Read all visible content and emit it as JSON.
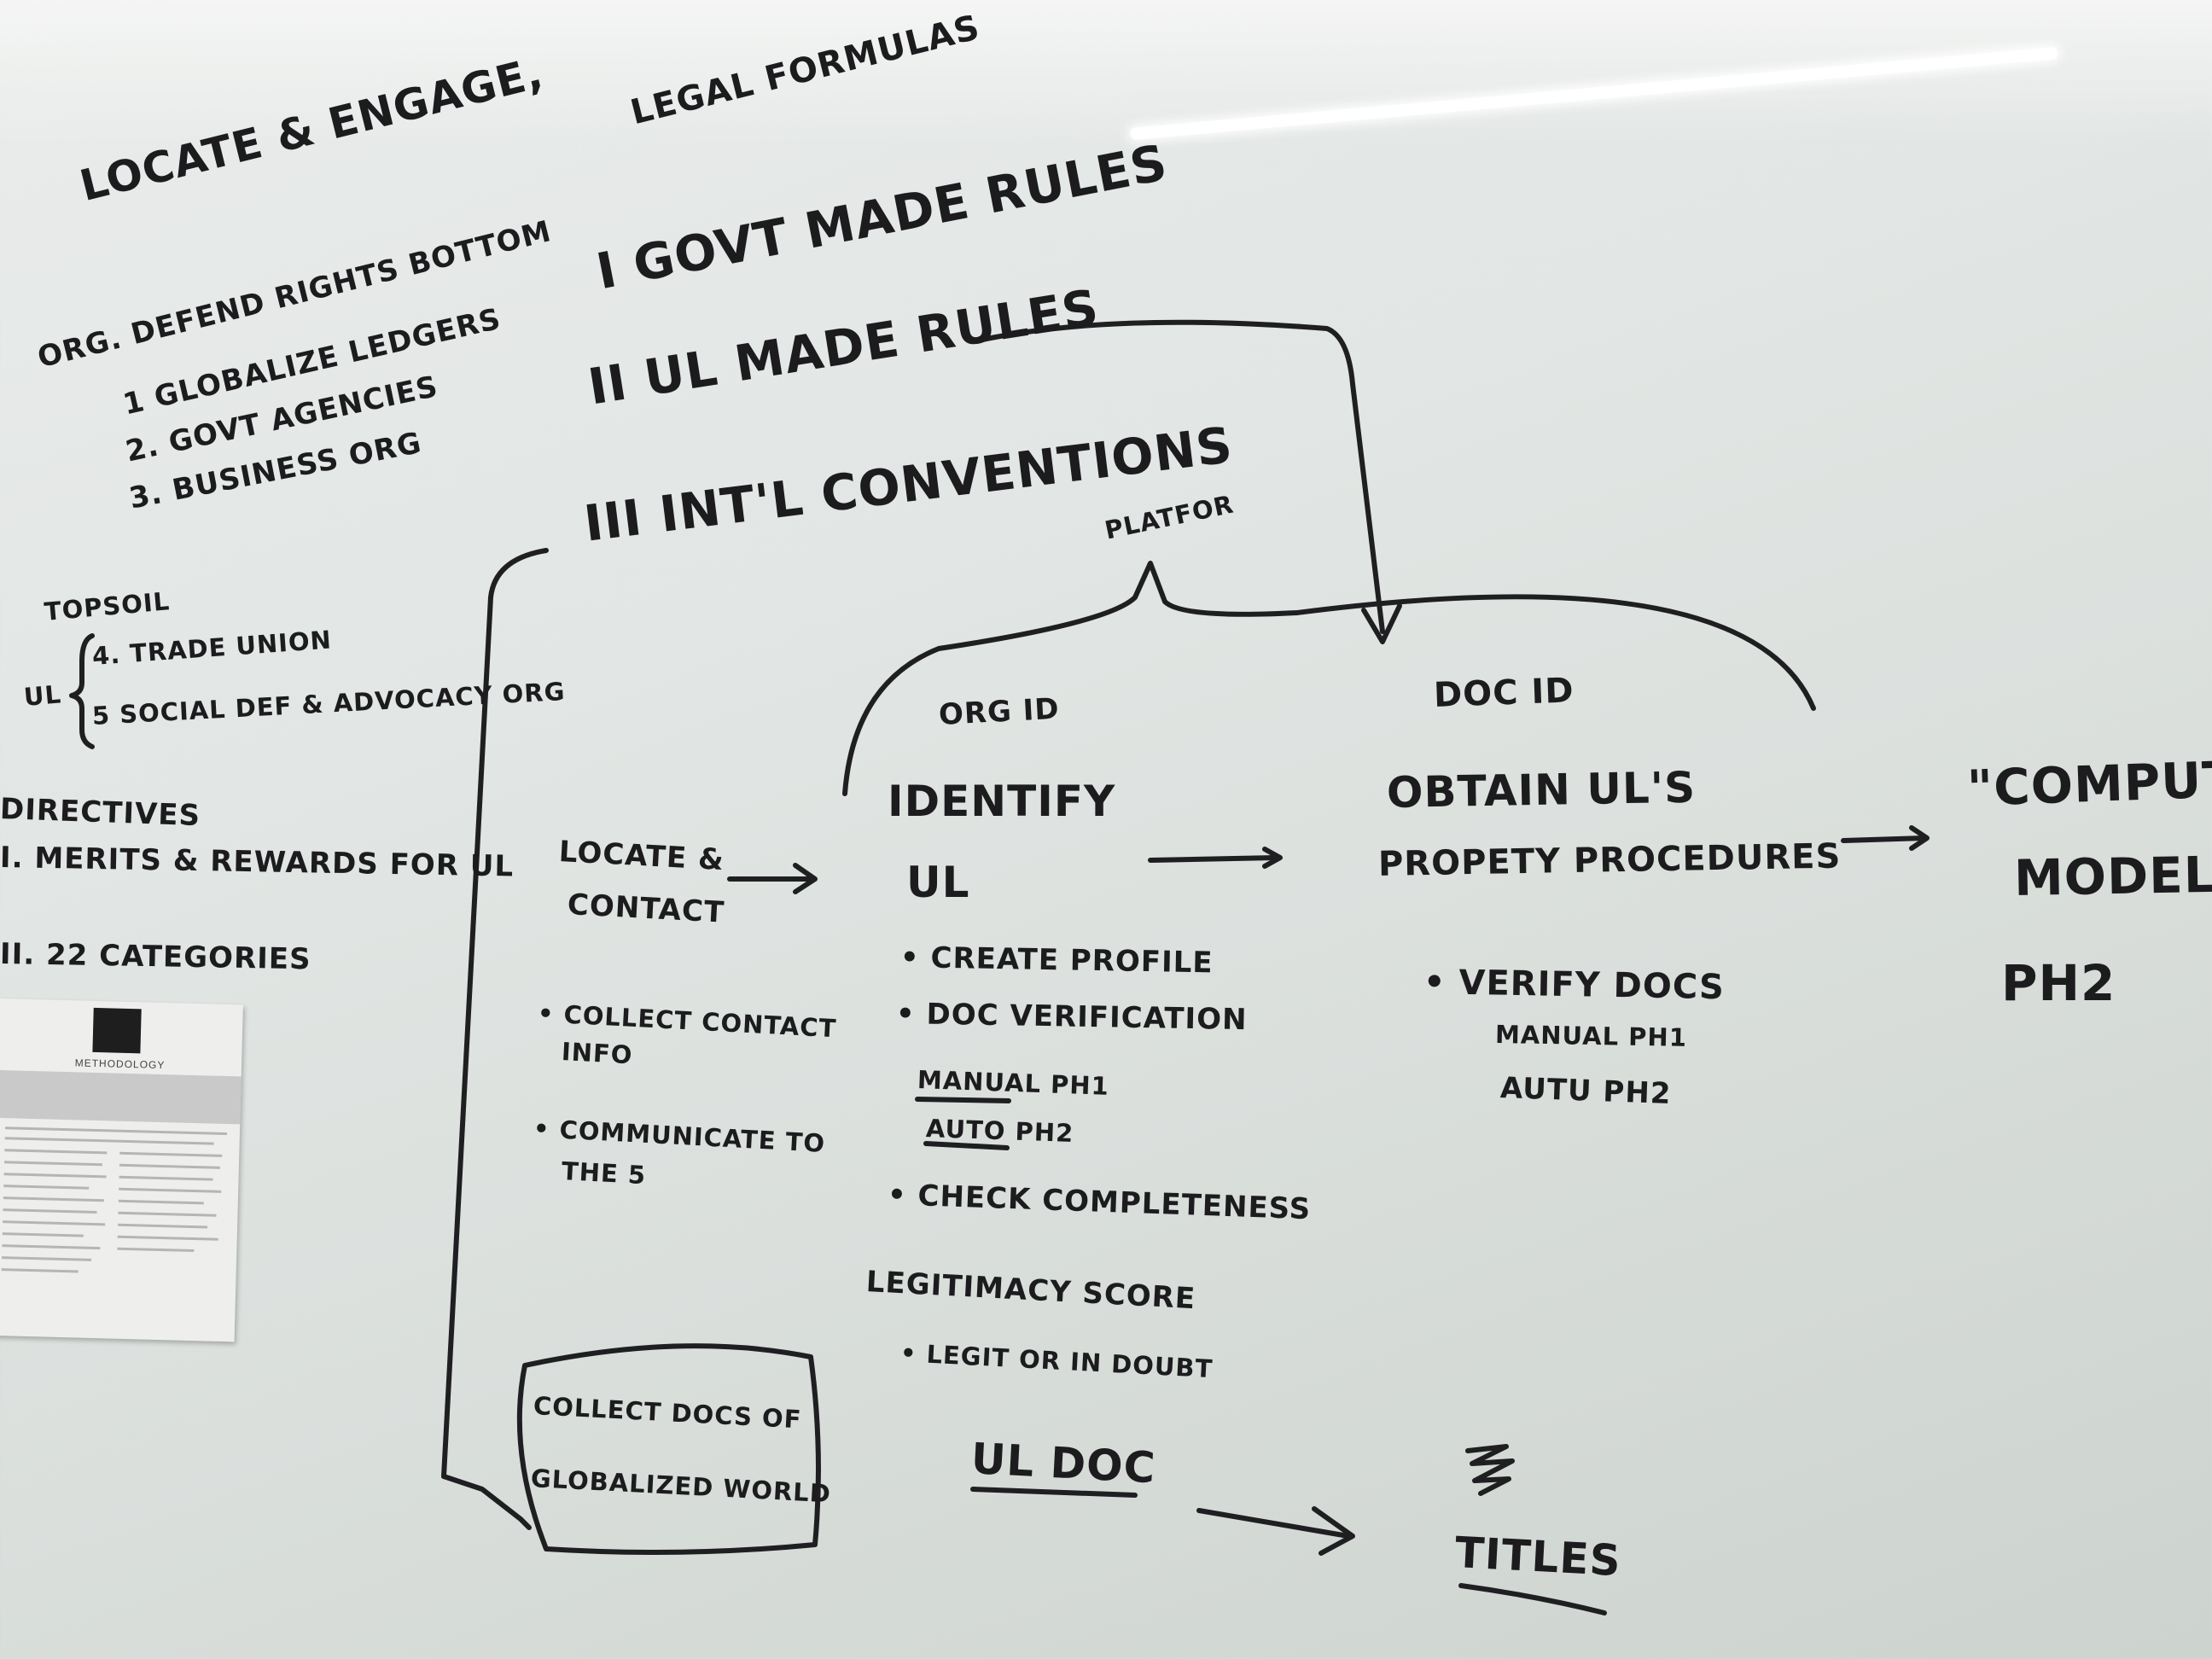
{
  "left_notes": {
    "heading": "Locate & Engage,",
    "subheading": "Org. Defend Rights Bottom",
    "items": [
      "1 Globalize Ledgers",
      "2. Govt Agencies",
      "3. Business Org"
    ],
    "topsoil_label": "Topsoil",
    "ul_label": "UL",
    "topsoil_items": [
      "4. Trade Union",
      "5 Social Def & Advocacy Org"
    ],
    "directives_label": "Directives",
    "directives": [
      "I. Merits & Rewards For UL",
      "II. 22 Categories"
    ]
  },
  "legal_formulas": {
    "title": "Legal Formulas",
    "items": [
      "I Govt Made Rules",
      "II UL Made Rules",
      "III Int'l Conventions"
    ]
  },
  "platform_label": "Platfor",
  "flow": {
    "locate": {
      "title_line1": "Locate &",
      "title_line2": "Contact",
      "bullets": [
        "• Collect Contact",
        "Info",
        "• Communicate to",
        "The 5"
      ]
    },
    "identify": {
      "header": "Org ID",
      "title_line1": "Identify",
      "title_line2": "UL",
      "bullets": [
        "• Create Profile",
        "• Doc Verification",
        "Manual Ph1",
        "Auto Ph2",
        "• Check Completeness"
      ]
    },
    "legitimacy": {
      "title": "Legitimacy Score",
      "bullet": "• Legit or In Doubt",
      "doc": "UL Doc"
    },
    "obtain": {
      "header": "Doc ID",
      "title_line1": "Obtain UL's",
      "title_line2": "Propety Procedures",
      "bullets": [
        "• Verify Docs",
        "Manual Ph1",
        "Autu Ph2"
      ]
    },
    "compute": {
      "title_line1": "\"Comput",
      "title_line2": "Model",
      "title_line3": "Ph2"
    },
    "collect_box": {
      "line1": "Collect Docs of",
      "line2": "Globalized World"
    },
    "titles": "Titles"
  },
  "paper": {
    "title": "METHODOLOGY"
  }
}
